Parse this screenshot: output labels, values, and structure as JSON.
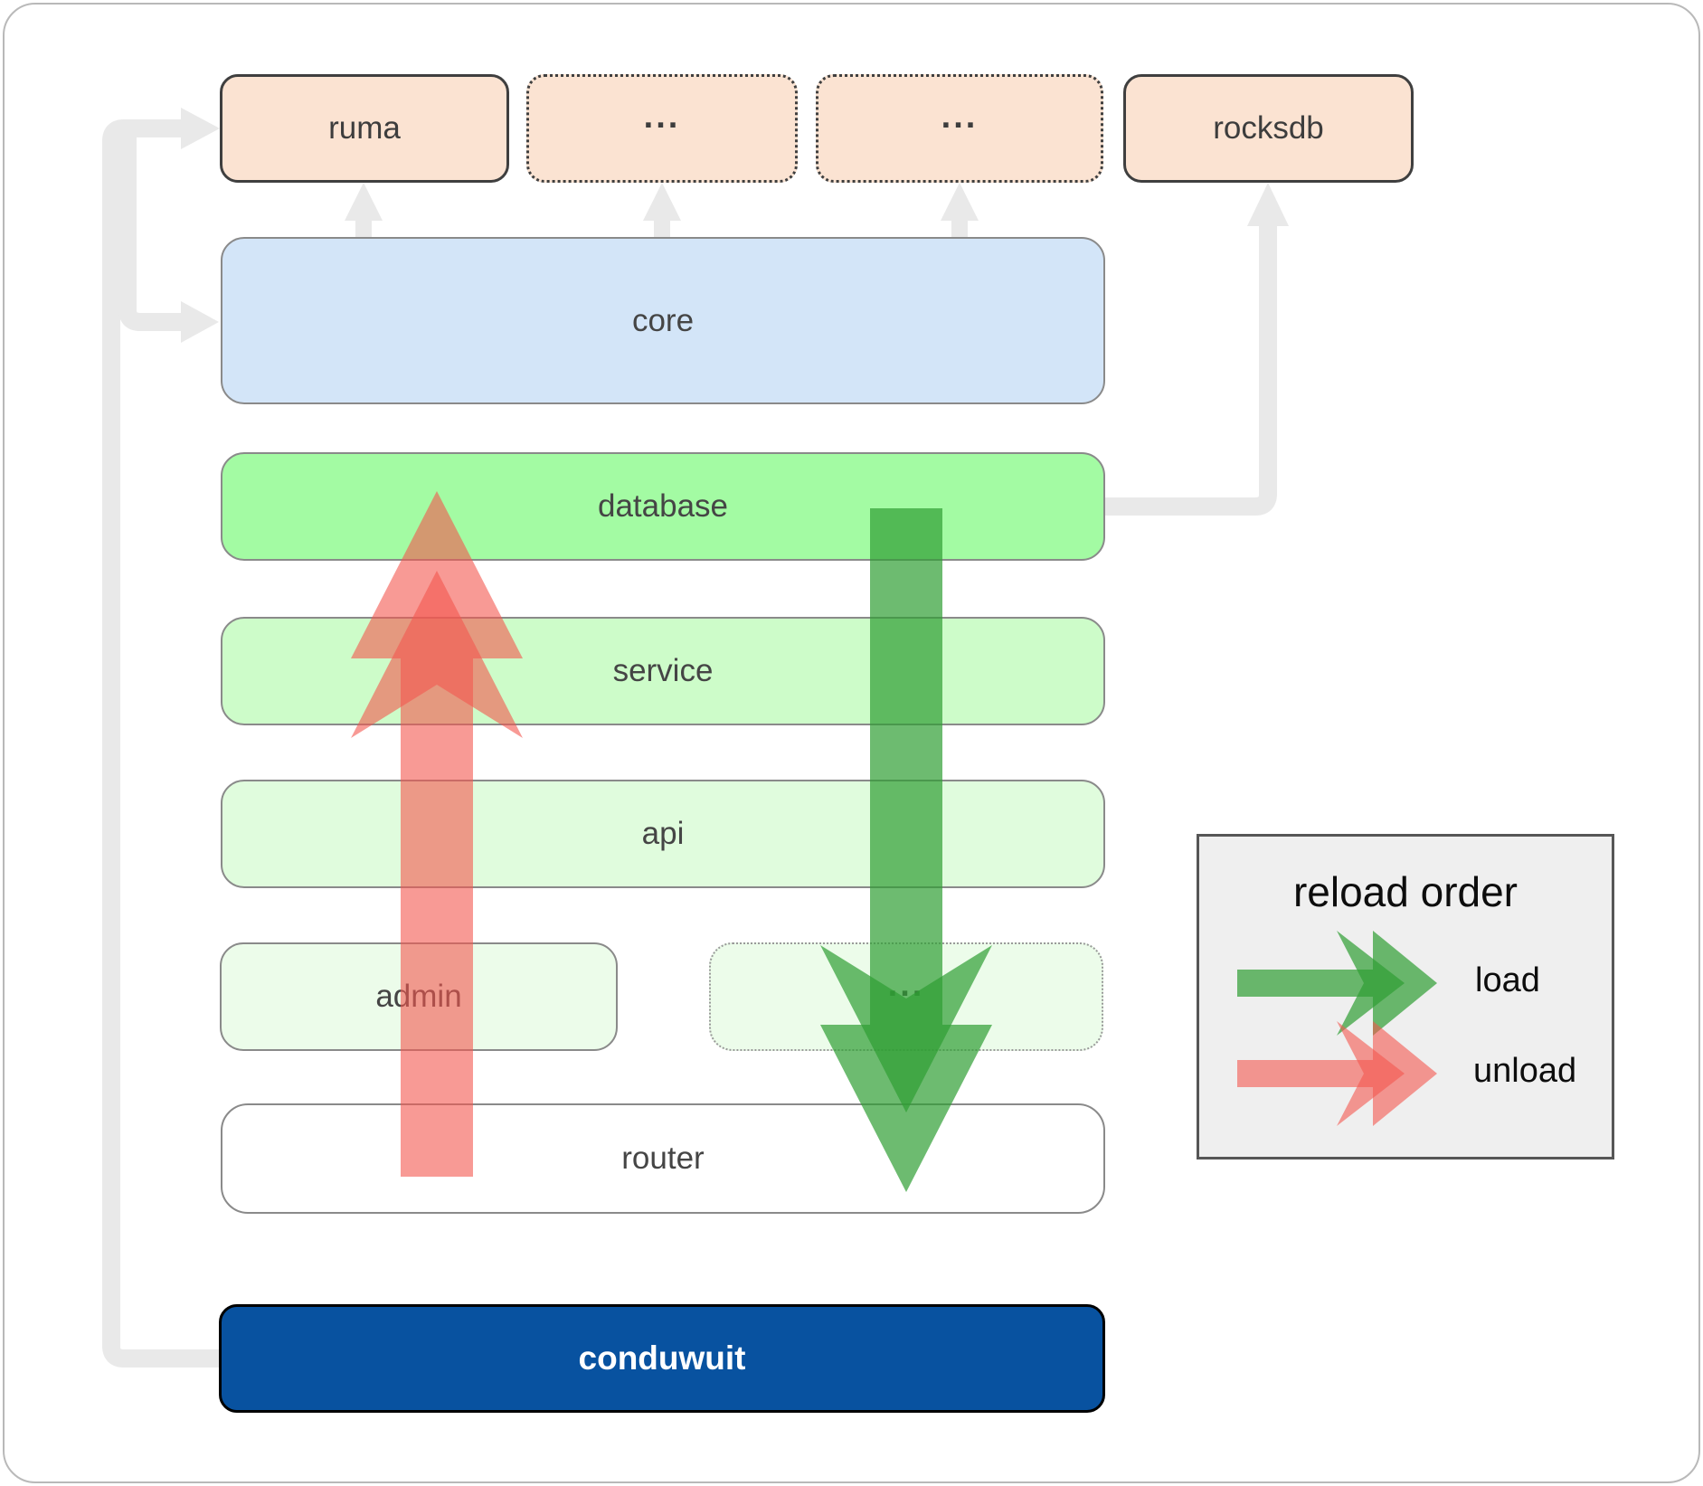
{
  "diagram": {
    "top_row": {
      "ruma": {
        "label": "ruma"
      },
      "crate_more_1": {
        "label": "..."
      },
      "crate_more_2": {
        "label": "..."
      },
      "rocksdb": {
        "label": "rocksdb"
      }
    },
    "layers": {
      "core": {
        "label": "core"
      },
      "database": {
        "label": "database"
      },
      "service": {
        "label": "service"
      },
      "api": {
        "label": "api"
      },
      "admin": {
        "label": "admin"
      },
      "admin_more": {
        "label": "..."
      },
      "router": {
        "label": "router"
      },
      "conduwuit": {
        "label": "conduwuit"
      }
    }
  },
  "legend": {
    "title": "reload order",
    "items": [
      {
        "label": "load",
        "color": "#2f9e33"
      },
      {
        "label": "unload",
        "color": "#f4564e"
      }
    ]
  },
  "colors": {
    "crate_fill": "#fbe3d2",
    "core_fill": "#d3e5f8",
    "database_fill": "#a3fba3",
    "service_fill": "#cdfcc9",
    "api_fill": "#e0fcdd",
    "admin_fill": "#ecfcea",
    "router_fill": "#ffffff",
    "conduwuit_fill": "#0852a0",
    "connector_gray": "#e9e9e9",
    "load_arrow_color": "#2f9e33",
    "unload_arrow_color": "#f4564e"
  }
}
